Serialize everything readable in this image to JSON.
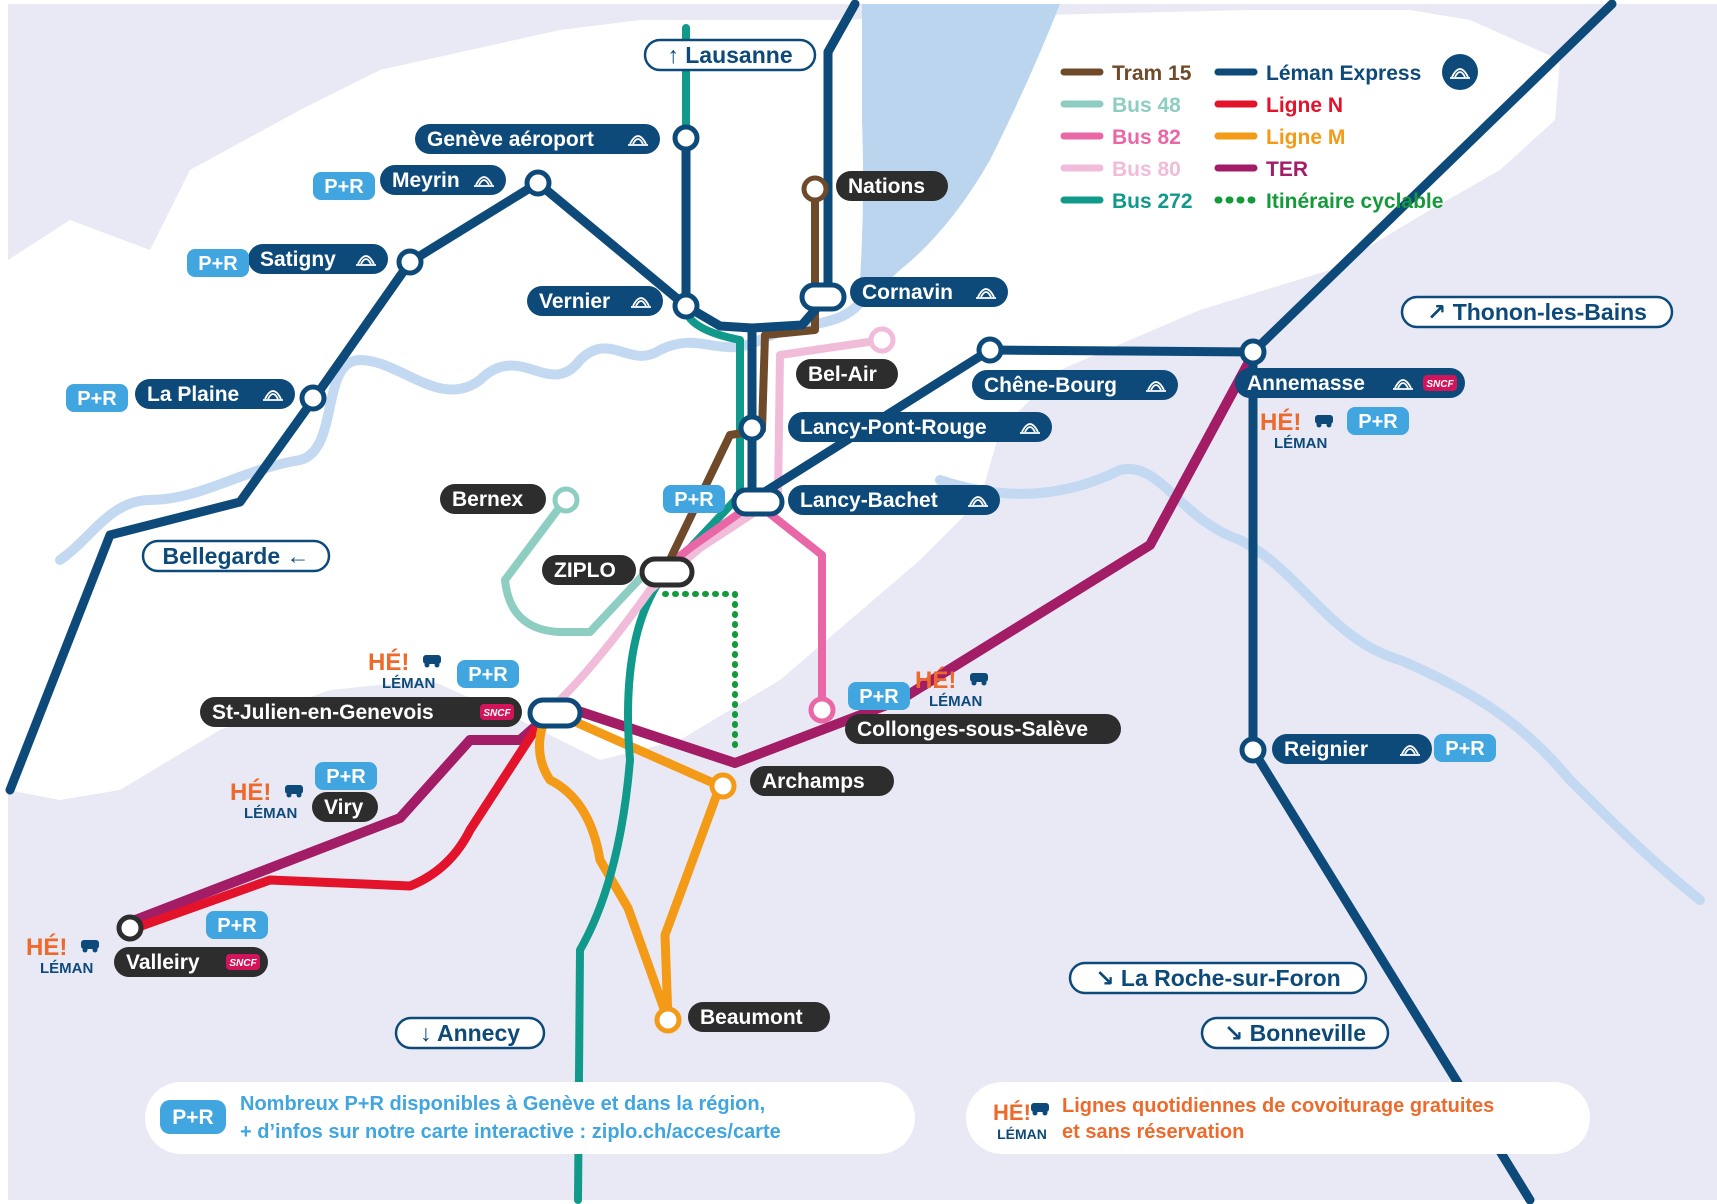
{
  "colors": {
    "background": "#e8e9f5",
    "land": "#ffffff",
    "lake": "#bcd5ef",
    "river": "#c3d9f2",
    "leman_express": "#0d4a7a",
    "tram15": "#6e4a2a",
    "bus48": "#8ecdc1",
    "bus82": "#e966a7",
    "bus80": "#f0bcd9",
    "bus272": "#11998b",
    "ligne_n": "#e2132a",
    "ligne_m": "#f39a17",
    "ter": "#a21d66",
    "cycle": "#149a3b",
    "dark_tag": "#2d2d2d",
    "pr_badge": "#41a6e0",
    "heleman_orange": "#ee6a2c",
    "heleman_navy": "#0d4a7a",
    "sncf_red": "#d2155a"
  },
  "legend": {
    "items": [
      {
        "label": "Tram 15",
        "key": "tram15",
        "style": "solid"
      },
      {
        "label": "Bus 48",
        "key": "bus48",
        "style": "solid"
      },
      {
        "label": "Bus 82",
        "key": "bus82",
        "style": "solid"
      },
      {
        "label": "Bus 80",
        "key": "bus80",
        "style": "solid"
      },
      {
        "label": "Bus 272",
        "key": "bus272",
        "style": "solid"
      },
      {
        "label": "Léman Express",
        "key": "leman_express",
        "style": "solid"
      },
      {
        "label": "Ligne N",
        "key": "ligne_n",
        "style": "solid"
      },
      {
        "label": "Ligne M",
        "key": "ligne_m",
        "style": "solid"
      },
      {
        "label": "TER",
        "key": "ter",
        "style": "solid"
      },
      {
        "label": "Itinéraire cyclable",
        "key": "cycle",
        "style": "dotted"
      }
    ]
  },
  "pr_badge_text": "P+R",
  "sncf_text": "SNCF",
  "heleman": {
    "top": "HÉ!",
    "bottom": "LÉMAN"
  },
  "directions": [
    {
      "arrow": "↑",
      "name": "Lausanne"
    },
    {
      "arrow": "↗",
      "name": "Thonon-les-Bains"
    },
    {
      "arrow": "←",
      "name": "Bellegarde"
    },
    {
      "arrow": "↘",
      "name": "La Roche-sur-Foron"
    },
    {
      "arrow": "↘",
      "name": "Bonneville"
    },
    {
      "arrow": "↓",
      "name": "Annecy"
    }
  ],
  "stations": {
    "geneve_aeroport": "Genève aéroport",
    "meyrin": "Meyrin",
    "satigny": "Satigny",
    "vernier": "Vernier",
    "la_plaine": "La Plaine",
    "nations": "Nations",
    "cornavin": "Cornavin",
    "bel_air": "Bel-Air",
    "chene_bourg": "Chêne-Bourg",
    "annemasse": "Annemasse",
    "lancy_pont_rouge": "Lancy-Pont-Rouge",
    "lancy_bachet": "Lancy-Bachet",
    "bernex": "Bernex",
    "ziplo": "ZIPLO",
    "st_julien": "St-Julien-en-Genevois",
    "collonges": "Collonges-sous-Salève",
    "archamps": "Archamps",
    "viry": "Viry",
    "valleiry": "Valleiry",
    "beaumont": "Beaumont",
    "reignier": "Reignier"
  },
  "info_left": {
    "line1": "Nombreux P+R disponibles à Genève et dans la région,",
    "line2": "+ d’infos sur notre carte interactive : ziplo.ch/acces/carte"
  },
  "info_right": {
    "line1": "Lignes quotidiennes de covoiturage gratuites",
    "line2": "et sans réservation"
  }
}
